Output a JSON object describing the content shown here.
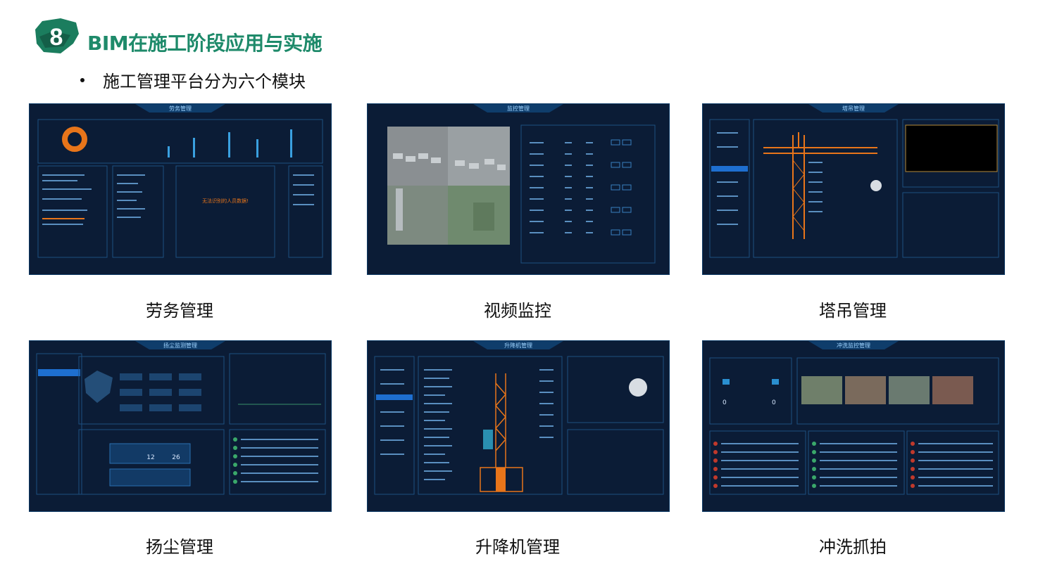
{
  "slide": {
    "number": "8",
    "title": "BIM在施工阶段应用与实施",
    "bullet": "施工管理平台分为六个模块"
  },
  "modules": [
    {
      "caption": "劳务管理",
      "header": "劳务管理",
      "notice": "无法识别的人员数据!"
    },
    {
      "caption": "视频监控",
      "header": "监控管理"
    },
    {
      "caption": "塔吊管理",
      "header": "塔吊管理"
    },
    {
      "caption": "扬尘管理",
      "header": "扬尘监测管理",
      "values": [
        "12",
        "26"
      ]
    },
    {
      "caption": "升降机管理",
      "header": "升降机管理"
    },
    {
      "caption": "冲洗抓拍",
      "header": "冲洗监控管理",
      "values": [
        "0",
        "0"
      ]
    }
  ],
  "colors": {
    "title_green": "#1e8a6a",
    "panel_bg": "#0a1a33",
    "accent_orange": "#e8751a"
  }
}
